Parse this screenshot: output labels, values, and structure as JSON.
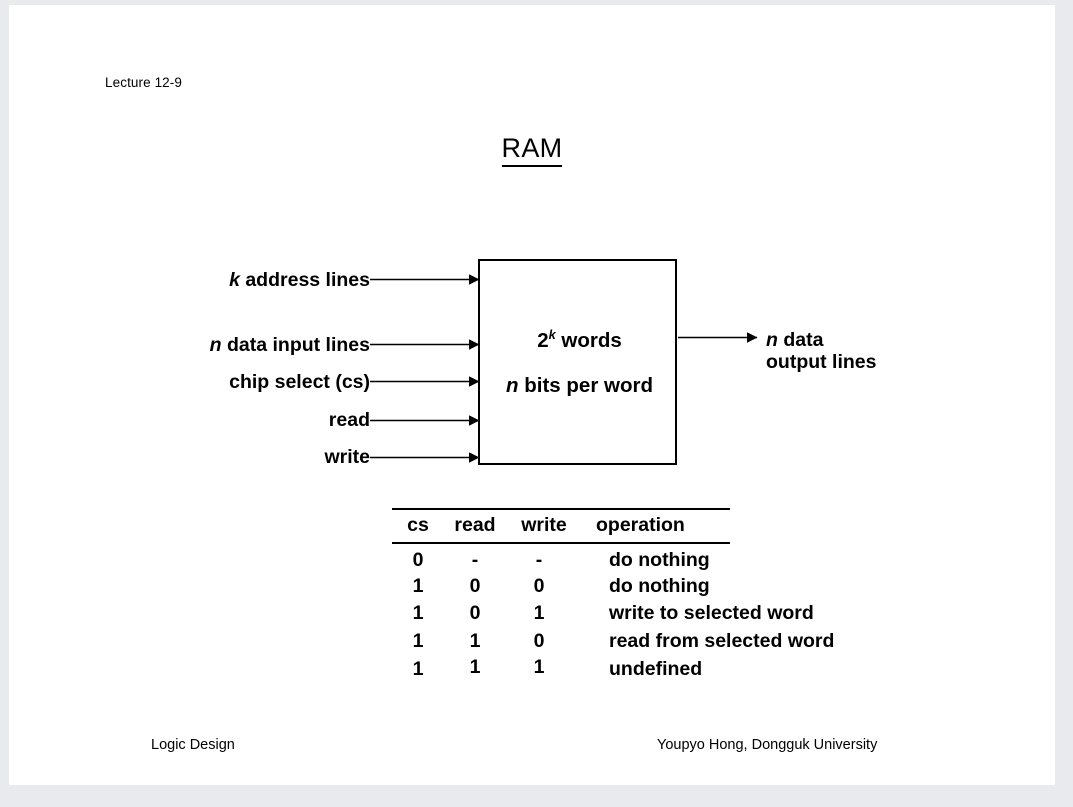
{
  "slide": {
    "lecture_label": "Lecture 12-9",
    "title": "RAM",
    "background_color": "#ffffff",
    "page_background_color": "#e9eaee",
    "ink_color": "#000000"
  },
  "diagram": {
    "box": {
      "line1_base": "2",
      "line1_exponent": "k",
      "line1_suffix": " words",
      "line2_var": "n",
      "line2_text": " bits per word"
    },
    "inputs": [
      {
        "var": "k",
        "text": " address lines"
      },
      {
        "var": "n",
        "text": " data input lines"
      },
      {
        "var": "",
        "text": "chip select (cs)"
      },
      {
        "var": "",
        "text": "read"
      },
      {
        "var": "",
        "text": "write"
      }
    ],
    "output": {
      "line1_var": "n",
      "line1_text": " data",
      "line2_text": "output lines"
    }
  },
  "truth_table": {
    "headers": [
      "cs",
      "read",
      "write",
      "operation"
    ],
    "rows": [
      [
        "0",
        "-",
        "-",
        "do nothing"
      ],
      [
        "1",
        "0",
        "0",
        "do nothing"
      ],
      [
        "1",
        "0",
        "1",
        "write to selected word"
      ],
      [
        "1",
        "1",
        "0",
        "read from selected word"
      ],
      [
        "1",
        "1",
        "1",
        "undefined"
      ]
    ]
  },
  "footer": {
    "left": "Logic Design",
    "right": "Youpyo Hong, Dongguk University"
  }
}
